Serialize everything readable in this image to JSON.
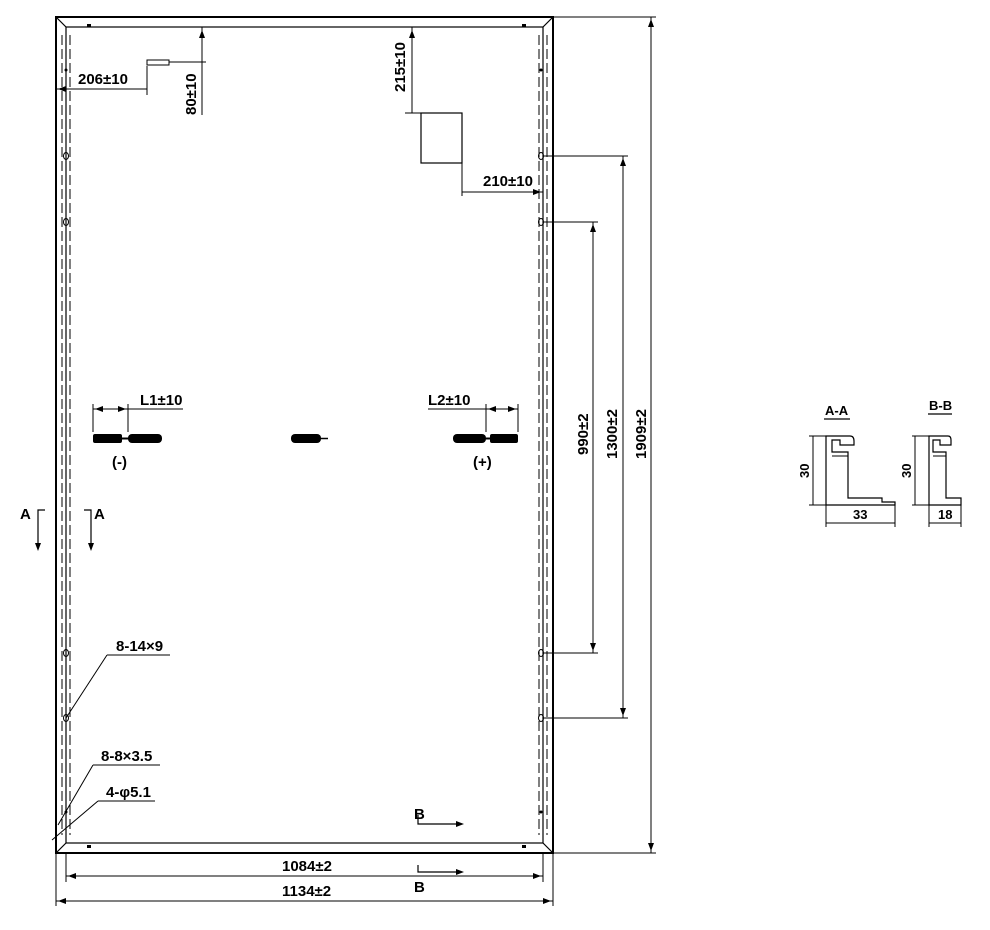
{
  "dimensions": {
    "top_left_offset": "206±10",
    "top_left_depth": "80±10",
    "jbox_top": "215±10",
    "jbox_side": "210±10",
    "cable_left": "L1±10",
    "cable_right": "L2±10",
    "polarity_negative": "(-)",
    "polarity_positive": "(+)",
    "mount_inner": "990±2",
    "mount_outer": "1300±2",
    "module_length": "1909±2",
    "inner_width": "1084±2",
    "module_width": "1134±2",
    "holes_mount": "8-14×9",
    "holes_drain": "8-8×3.5",
    "holes_ground": "4-φ5.1"
  },
  "section_marks": {
    "a_left": "A",
    "a_right": "A",
    "b_top": "B",
    "b_bottom": "B"
  },
  "sections": {
    "aa": {
      "title": "A-A",
      "height": "30",
      "width": "33"
    },
    "bb": {
      "title": "B-B",
      "height": "30",
      "width": "18"
    }
  }
}
